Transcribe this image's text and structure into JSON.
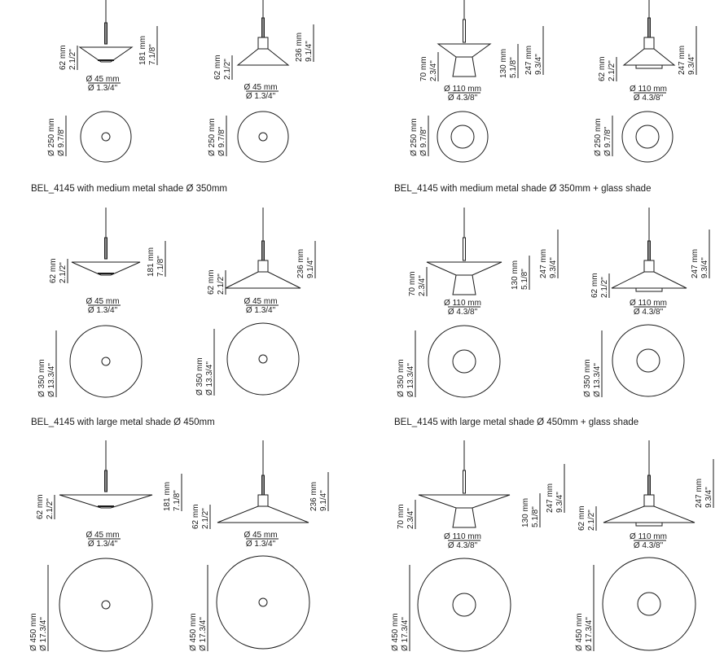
{
  "headings": {
    "medium_metal": "BEL_4145 with medium metal shade Ø 350mm",
    "medium_glass": "BEL_4145 with medium metal shade Ø 350mm + glass shade",
    "large_metal": "BEL_4145 with large metal shade Ø 450mm",
    "large_glass": "BEL_4145 with large metal shade Ø 450mm + glass shade"
  },
  "dims": {
    "h62_mm": "62 mm",
    "h62_in": "2.1/2\"",
    "h70_mm": "70 mm",
    "h70_in": "2.3/4\"",
    "h130_mm": "130 mm",
    "h130_in": "5.1/8\"",
    "h181_mm": "181 mm",
    "h181_in": "7.1/8\"",
    "h236_mm": "236 mm",
    "h236_in": "9.1/4\"",
    "h247_mm": "247 mm",
    "h247_in": "9.3/4\"",
    "d45_mm": "Ø 45 mm",
    "d45_in": "Ø 1.3/4\"",
    "d110_mm": "Ø 110 mm",
    "d110_in": "Ø 4.3/8\"",
    "d250_mm": "Ø 250 mm",
    "d250_in": "Ø 9.7/8\"",
    "d350_mm": "Ø 350 mm",
    "d350_in": "Ø 13.3/4\"",
    "d450_mm": "Ø 450 mm",
    "d450_in": "Ø 17.3/4\""
  }
}
